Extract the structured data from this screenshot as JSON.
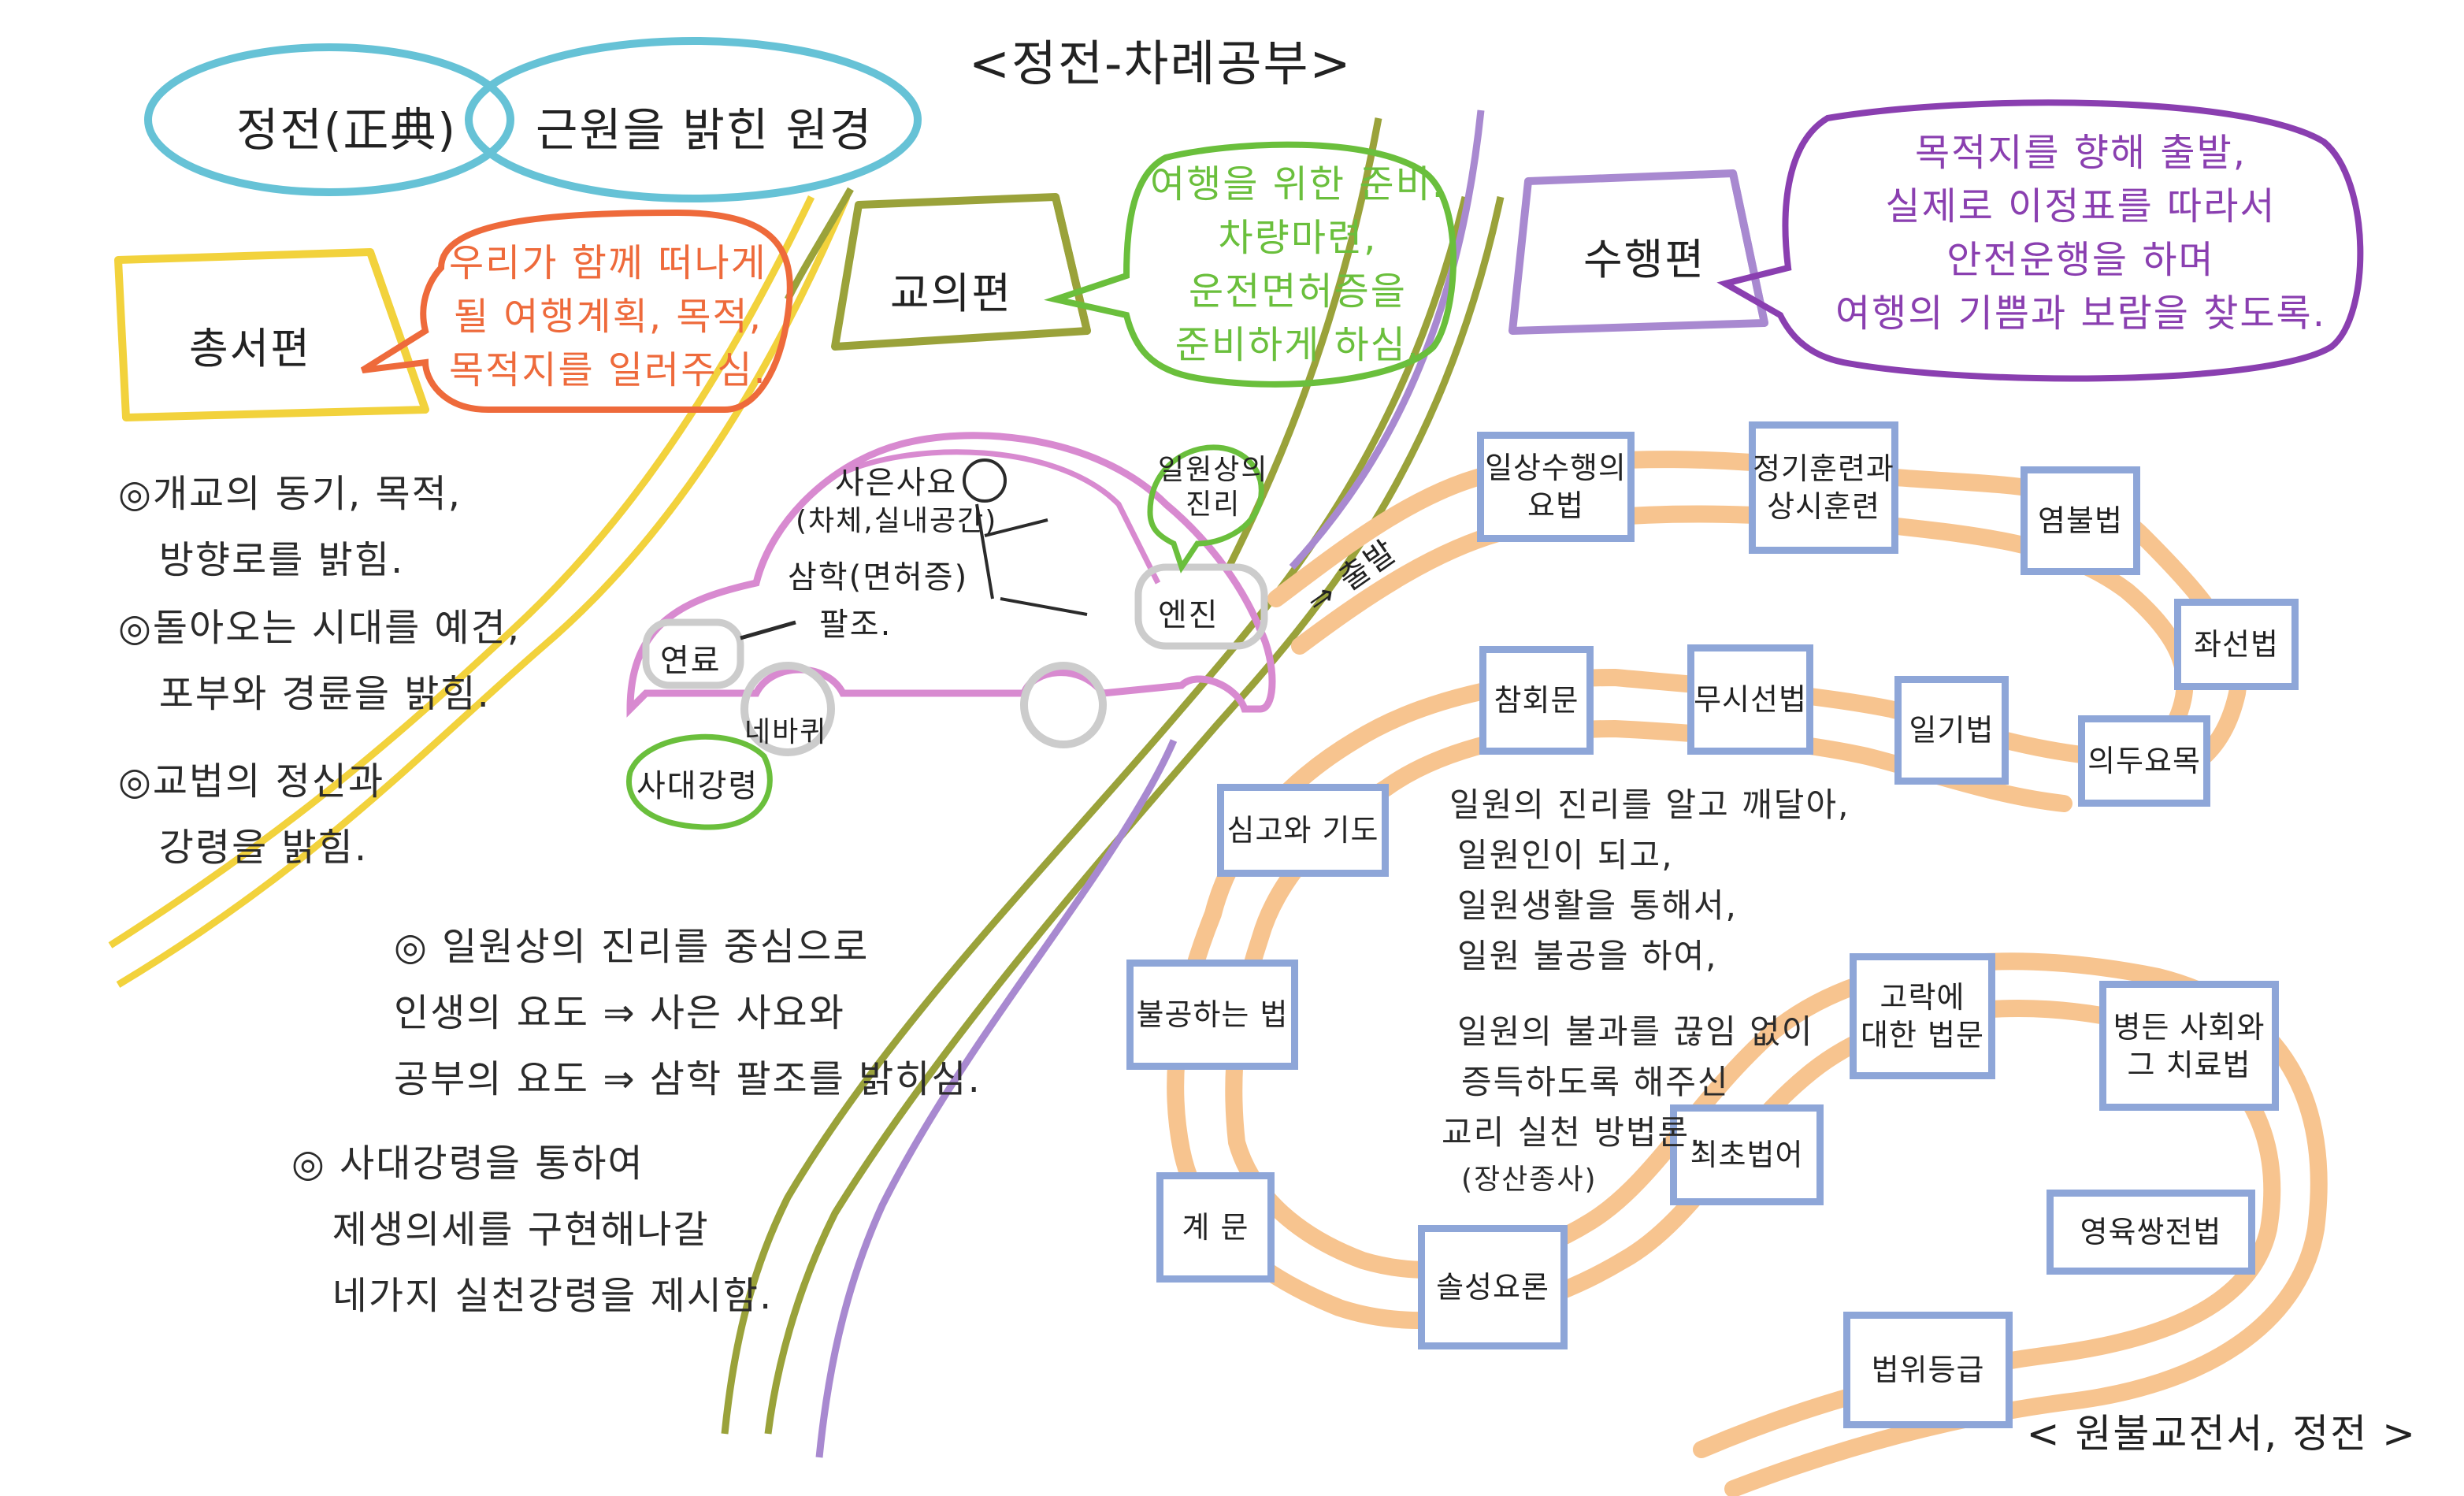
{
  "title": "<정전-차례공부>",
  "credit": "< 원불교전서, 정전 >",
  "header": {
    "left_ellipse": "정전(正典)",
    "right_ellipse": "근원을 밝힌 원경"
  },
  "sections": {
    "general": {
      "tent_label": "총서편",
      "speech": "우리가 함께 떠나게\n될 여행계획, 목적,\n목적지를 일러주심.",
      "bullets": [
        "◎개교의 동기, 목적,\n   방향로를 밝힘.",
        "◎돌아오는 시대를 예견,\n   포부와 경륜을 밝힘.",
        "◎교법의 정신과\n   강령을 밝힘."
      ]
    },
    "doctrine": {
      "tent_label": "교의편",
      "speech": "여행을 위한 준비.\n차량마련,\n운전면허증을\n준비하게 하심.",
      "bullets": [
        "◎ 일원상의 진리를 중심으로\n인생의 요도 ⇒ 사은 사요와\n공부의 요도 ⇒ 삼학 팔조를 밝히심.",
        "◎ 사대강령을 통하여\n   제생의세를 구현해나갈\n   네가지 실천강령을 제시함."
      ]
    },
    "practice": {
      "tent_label": "수행편",
      "speech": "목적지를 향해 출발,\n실제로 이정표를 따라서\n안전운행을 하며\n여행의 기쁨과 보람을 찾도록."
    }
  },
  "car": {
    "body_text_1": "사은사요",
    "body_text_2": "(차체,실내공간)",
    "body_text_3": "삼학(면허증)",
    "body_text_4": "팔조.",
    "fuel": "연료",
    "wheel": "네바퀴",
    "engine": "엔진",
    "engine_bubble": "일원상의\n진리",
    "wheel_bubble": "사대강령",
    "depart": "⇒ 출발"
  },
  "road_signs": [
    "일상수행의\n요법",
    "정기훈련과\n상시훈련",
    "염불법",
    "좌선법",
    "의두요목",
    "일기법",
    "무시선법",
    "참회문",
    "심고와 기도",
    "불공하는 법",
    "계 문",
    "솔성요론",
    "최초법어",
    "고락에\n대한 법문",
    "병든 사회와\n그 치료법",
    "영육쌍전법",
    "법위등급"
  ],
  "summary": {
    "lines": [
      "일원의 진리를 알고 깨달아,",
      "일원인이 되고,",
      "일원생활을 통해서,",
      "일원 불공을 하여,",
      "일원의 불과를 끊임 없이",
      "증득하도록 해주신",
      "교리 실천 방법론."
    ],
    "author": "(장산종사)"
  },
  "colors": {
    "cyan": "#66c2d6",
    "yellow": "#f2d23c",
    "olive": "#9aa23a",
    "purple": "#a889d0",
    "orange_text": "#ee6a3b",
    "green_text": "#6abf3c",
    "purple_text": "#8a3fb0",
    "road": "#f7c48f",
    "sign_border": "#8ea6d8",
    "car": "#d88ad0"
  }
}
